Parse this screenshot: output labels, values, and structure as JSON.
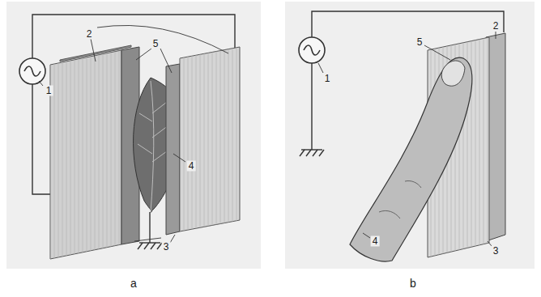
{
  "diagram": {
    "labels": [
      "2",
      "5",
      "1",
      "4",
      "3",
      "5",
      "2",
      "1",
      "4",
      "3",
      "a",
      "b"
    ]
  }
}
